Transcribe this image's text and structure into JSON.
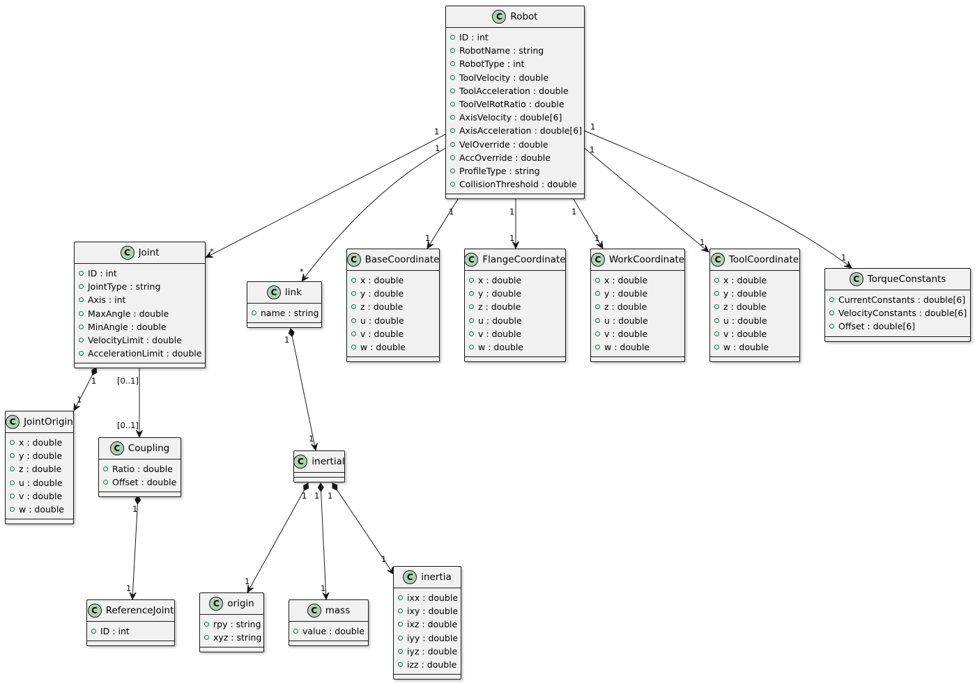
{
  "classes": [
    {
      "key": "robot",
      "name": "Robot",
      "icon": "C",
      "attrs": [
        "ID : int",
        "RobotName : string",
        "RobotType : int",
        "ToolVelocity : double",
        "ToolAcceleration : double",
        "ToolVelRotRatio : double",
        "AxisVelocity : double[6]",
        "AxisAcceleration : double[6]",
        "VelOverride : double",
        "AccOverride : double",
        "ProfileType : string",
        "CollisionThreshold : double"
      ]
    },
    {
      "key": "joint",
      "name": "Joint",
      "icon": "C",
      "attrs": [
        "ID : int",
        "JointType : string",
        "Axis : int",
        "MaxAngle : double",
        "MinAngle : double",
        "VelocityLimit : double",
        "AccelerationLimit : double"
      ]
    },
    {
      "key": "link",
      "name": "link",
      "icon": "C",
      "attrs": [
        "name : string"
      ]
    },
    {
      "key": "basecoordinate",
      "name": "BaseCoordinate",
      "icon": "C",
      "attrs": [
        "x : double",
        "y : double",
        "z : double",
        "u : double",
        "v : double",
        "w : double"
      ]
    },
    {
      "key": "flangecoordinate",
      "name": "FlangeCoordinate",
      "icon": "C",
      "attrs": [
        "x : double",
        "y : double",
        "z : double",
        "u : double",
        "v : double",
        "w : double"
      ]
    },
    {
      "key": "workcoordinate",
      "name": "WorkCoordinate",
      "icon": "C",
      "attrs": [
        "x : double",
        "y : double",
        "z : double",
        "u : double",
        "v : double",
        "w : double"
      ]
    },
    {
      "key": "toolcoordinate",
      "name": "ToolCoordinate",
      "icon": "C",
      "attrs": [
        "x : double",
        "y : double",
        "z : double",
        "u : double",
        "v : double",
        "w : double"
      ]
    },
    {
      "key": "torqueconstants",
      "name": "TorqueConstants",
      "icon": "C",
      "attrs": [
        "CurrentConstants : double[6]",
        "VelocityConstants : double[6]",
        "Offset : double[6]"
      ]
    },
    {
      "key": "jointorigin",
      "name": "JointOrigin",
      "icon": "C",
      "attrs": [
        "x : double",
        "y : double",
        "z : double",
        "u : double",
        "v : double",
        "w : double"
      ]
    },
    {
      "key": "coupling",
      "name": "Coupling",
      "icon": "C",
      "attrs": [
        "Ratio : double",
        "Offset : double"
      ]
    },
    {
      "key": "inertial",
      "name": "inertial",
      "icon": "C",
      "attrs": []
    },
    {
      "key": "referencejoint",
      "name": "ReferenceJoint",
      "icon": "C",
      "attrs": [
        "ID : int"
      ]
    },
    {
      "key": "origin",
      "name": "origin",
      "icon": "C",
      "attrs": [
        "rpy : string",
        "xyz : string"
      ]
    },
    {
      "key": "mass",
      "name": "mass",
      "icon": "C",
      "attrs": [
        "value : double"
      ]
    },
    {
      "key": "inertia",
      "name": "inertia",
      "icon": "C",
      "attrs": [
        "ixx : double",
        "ixy : double",
        "ixz : double",
        "iyy : double",
        "iyz : double",
        "izz : double"
      ]
    }
  ],
  "relations": [
    {
      "from": "robot",
      "to": "joint",
      "kind": "association",
      "from_mult": "1",
      "to_mult": "*"
    },
    {
      "from": "robot",
      "to": "link",
      "kind": "association",
      "from_mult": "1",
      "to_mult": "*"
    },
    {
      "from": "robot",
      "to": "basecoordinate",
      "kind": "association",
      "from_mult": "1",
      "to_mult": "1"
    },
    {
      "from": "robot",
      "to": "flangecoordinate",
      "kind": "association",
      "from_mult": "1",
      "to_mult": "1"
    },
    {
      "from": "robot",
      "to": "workcoordinate",
      "kind": "association",
      "from_mult": "1",
      "to_mult": "1"
    },
    {
      "from": "robot",
      "to": "toolcoordinate",
      "kind": "association",
      "from_mult": "1",
      "to_mult": "1"
    },
    {
      "from": "robot",
      "to": "torqueconstants",
      "kind": "association",
      "from_mult": "1",
      "to_mult": "1"
    },
    {
      "from": "joint",
      "to": "jointorigin",
      "kind": "composition",
      "from_mult": "1",
      "to_mult": "1"
    },
    {
      "from": "joint",
      "to": "coupling",
      "kind": "association",
      "from_mult": "[0..1]",
      "to_mult": "[0..1]"
    },
    {
      "from": "coupling",
      "to": "referencejoint",
      "kind": "composition",
      "from_mult": "1",
      "to_mult": "1"
    },
    {
      "from": "link",
      "to": "inertial",
      "kind": "composition",
      "from_mult": "1",
      "to_mult": "1"
    },
    {
      "from": "inertial",
      "to": "origin",
      "kind": "composition",
      "from_mult": "1",
      "to_mult": "1"
    },
    {
      "from": "inertial",
      "to": "mass",
      "kind": "composition",
      "from_mult": "1",
      "to_mult": "1"
    },
    {
      "from": "inertial",
      "to": "inertia",
      "kind": "composition",
      "from_mult": "1",
      "to_mult": "1"
    }
  ],
  "colors": {
    "class_fill": "#f1f1f1",
    "class_border": "#181818",
    "icon_fill": "#add1b2",
    "visibility_public": "#038048",
    "edge": "#181818"
  }
}
